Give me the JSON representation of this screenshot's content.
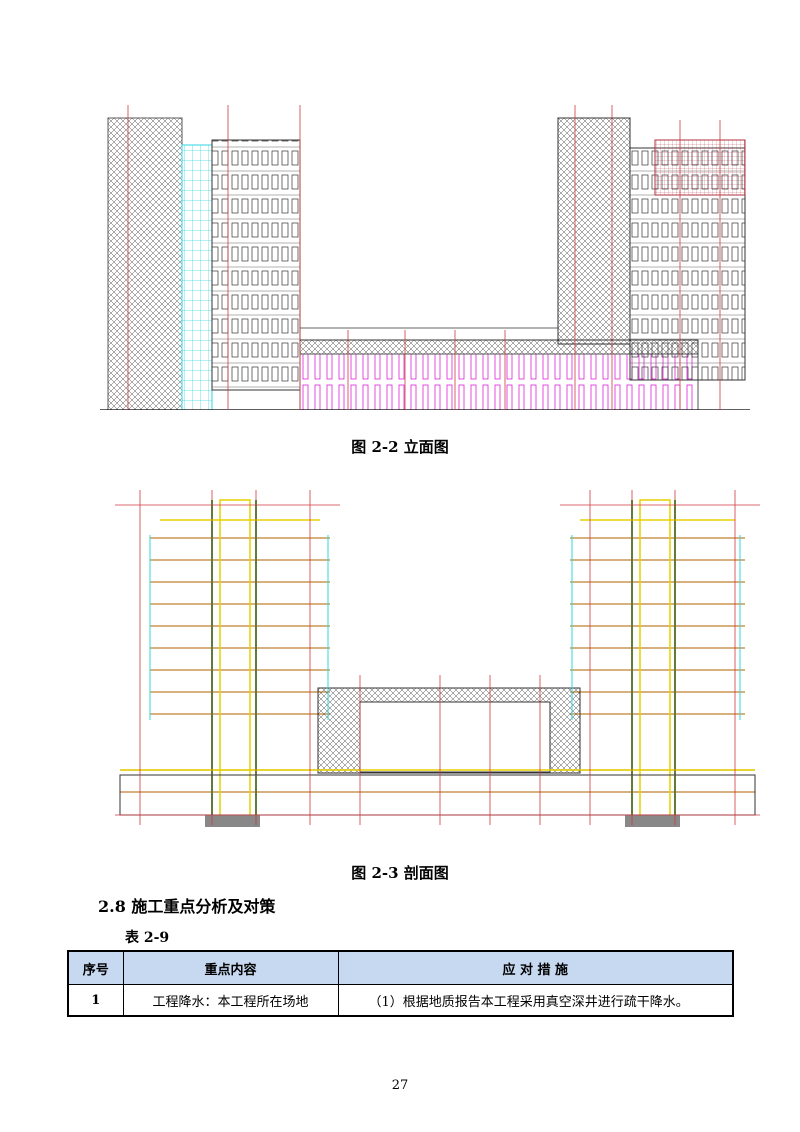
{
  "figures": [
    {
      "caption": "图 2-2  立面图"
    },
    {
      "caption": "图 2-3  剖面图"
    }
  ],
  "section": {
    "heading": "2.8 施工重点分析及对策"
  },
  "table": {
    "label": "表 2-9",
    "headers": [
      "序号",
      "重点内容",
      "应 对 措 施"
    ],
    "rows": [
      [
        "1",
        "工程降水：本工程所在场地",
        "（1）根据地质报告本工程采用真空深井进行疏干降水。"
      ]
    ]
  },
  "page_number": "27",
  "colors": {
    "header_fill": "#c6d9f1",
    "line_red": "#d0393f",
    "line_cyan": "#2fd6e0",
    "line_magenta": "#e020d8",
    "line_green": "#1aa63a",
    "line_yellow": "#e6d000"
  }
}
